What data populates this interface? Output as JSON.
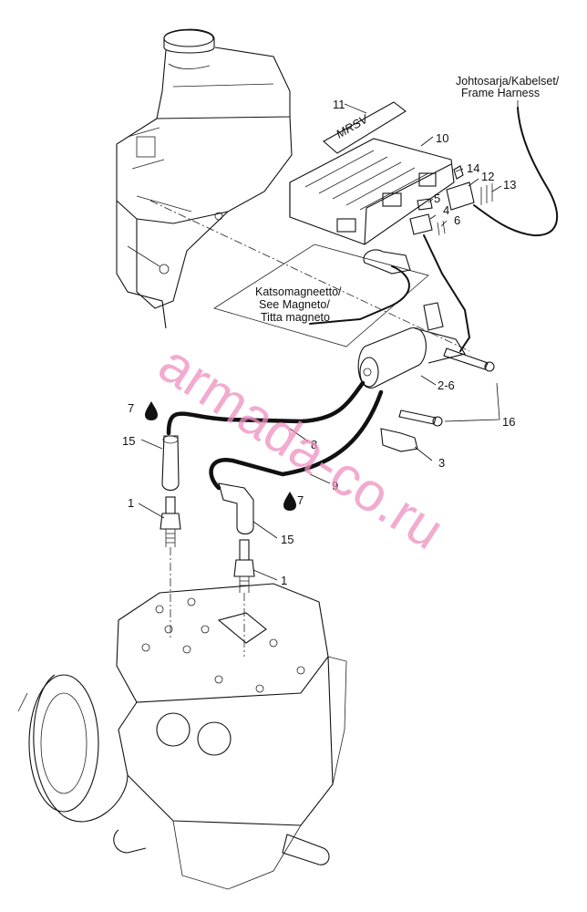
{
  "notes": {
    "frame_harness": [
      "Johtosarja/Kabelset/",
      "Frame Harness"
    ],
    "see_magneto": [
      "Katsomagneetto/",
      "See Magneto/",
      "Titta magneto"
    ]
  },
  "callouts": {
    "c1_upper": "1",
    "c1_lower": "1",
    "c2_6": "2-6",
    "c3": "3",
    "c4": "4",
    "c5": "5",
    "c6": "6",
    "c7_left": "7",
    "c7_right": "7",
    "c8": "8",
    "c9": "9",
    "c10": "10",
    "c11": "11",
    "c12": "12",
    "c13": "13",
    "c14": "14",
    "c15_left": "15",
    "c15_right": "15",
    "c16": "16"
  },
  "decal_text": "MRSV",
  "watermark": "armada-co.ru"
}
